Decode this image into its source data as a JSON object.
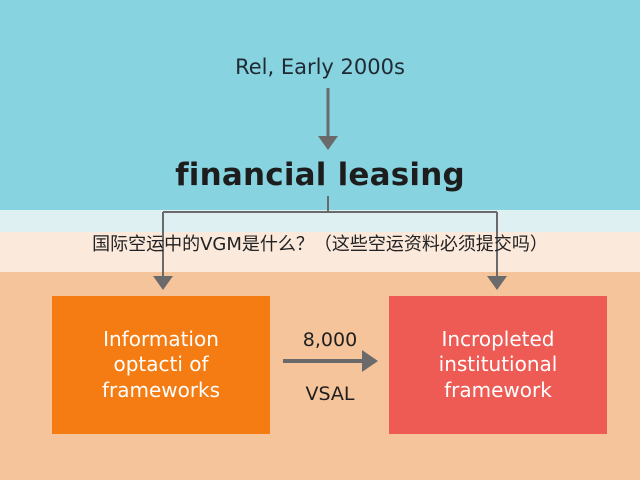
{
  "diagram": {
    "top_label": "Rel, Early 2000s",
    "main_title": "financial leasing",
    "caption": "国际空运中的VGM是什么？（这些空运资料必须提交吗）",
    "left_box": {
      "label": "Information\noptacti of\nframeworks",
      "color": "#f47c13"
    },
    "right_box": {
      "label": "Incropleted\ninstitutional\nframework",
      "color": "#ee5b55"
    },
    "middle_value": "8,000",
    "middle_unit": "VSAL"
  },
  "colors": {
    "top_background": "#87d3e0",
    "bottom_background": "#f6c49a",
    "arrow": "#6a6a6a"
  }
}
